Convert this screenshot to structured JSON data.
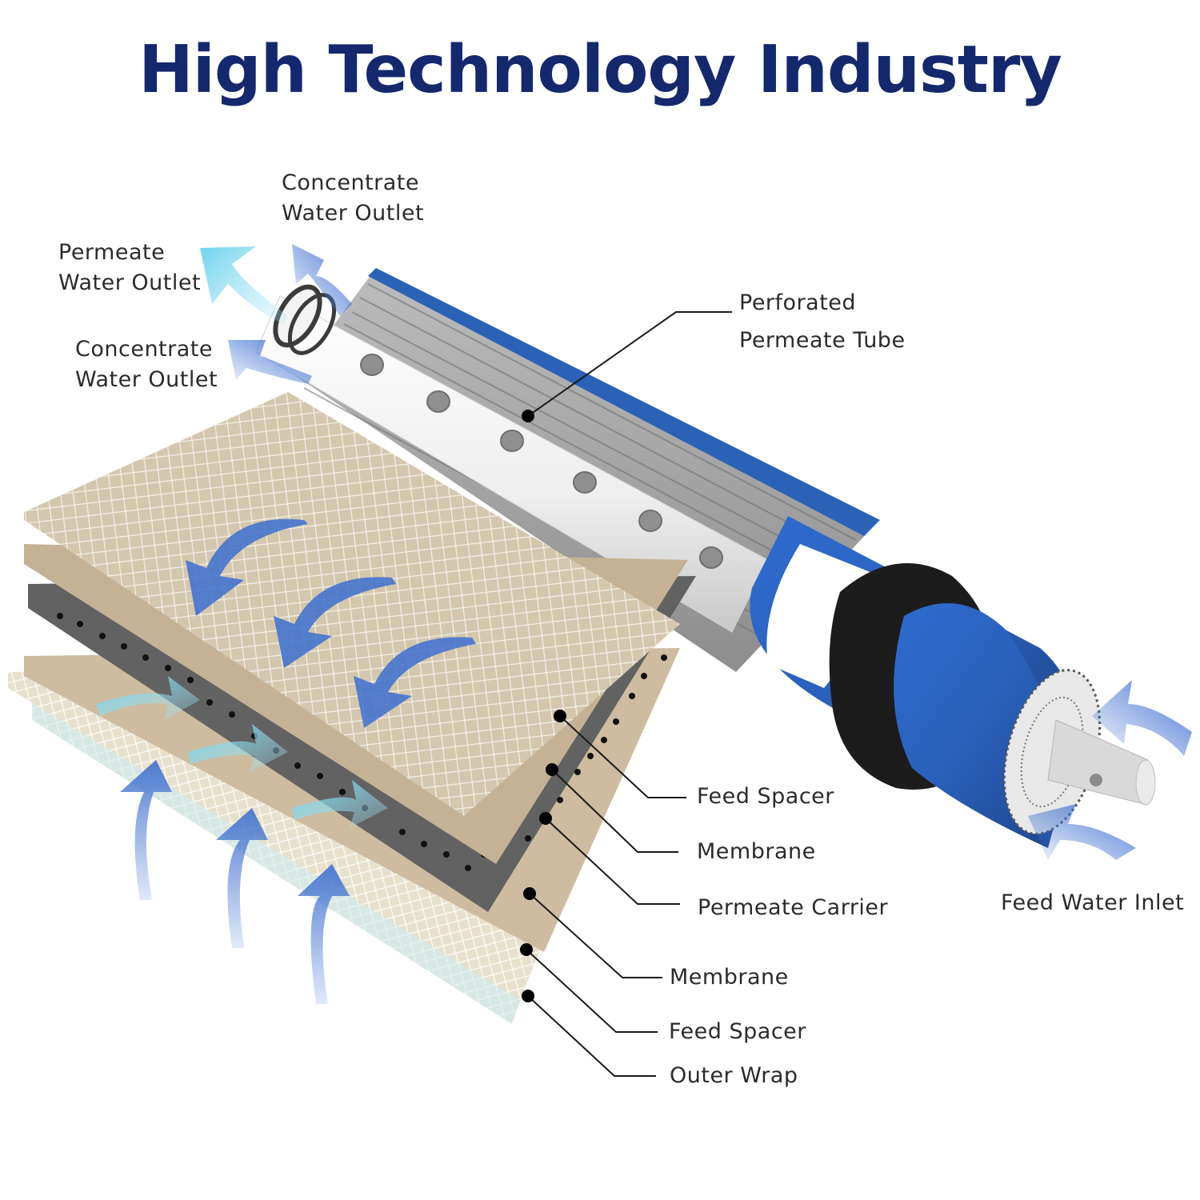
{
  "title": "High Technology Industry",
  "colors": {
    "title": "#14286e",
    "membrane_blue": "#2b62b8",
    "arrow_blue": "#3d6fd0",
    "arrow_light": "#86d8ef",
    "tan": "#c8b79e",
    "gray": "#6a6a6a"
  },
  "labels": {
    "concentrate_top_1": "Concentrate",
    "concentrate_top_2": "Water Outlet",
    "permeate_outlet_1": "Permeate",
    "permeate_outlet_2": "Water Outlet",
    "concentrate_left_1": "Concentrate",
    "concentrate_left_2": "Water Outlet",
    "perforated_1": "Perforated",
    "perforated_2": "Permeate Tube",
    "feed_spacer_1": "Feed Spacer",
    "membrane_1": "Membrane",
    "permeate_carrier": "Permeate Carrier",
    "membrane_2": "Membrane",
    "feed_spacer_2": "Feed Spacer",
    "outer_wrap": "Outer Wrap",
    "feed_inlet": "Feed Water Inlet"
  }
}
